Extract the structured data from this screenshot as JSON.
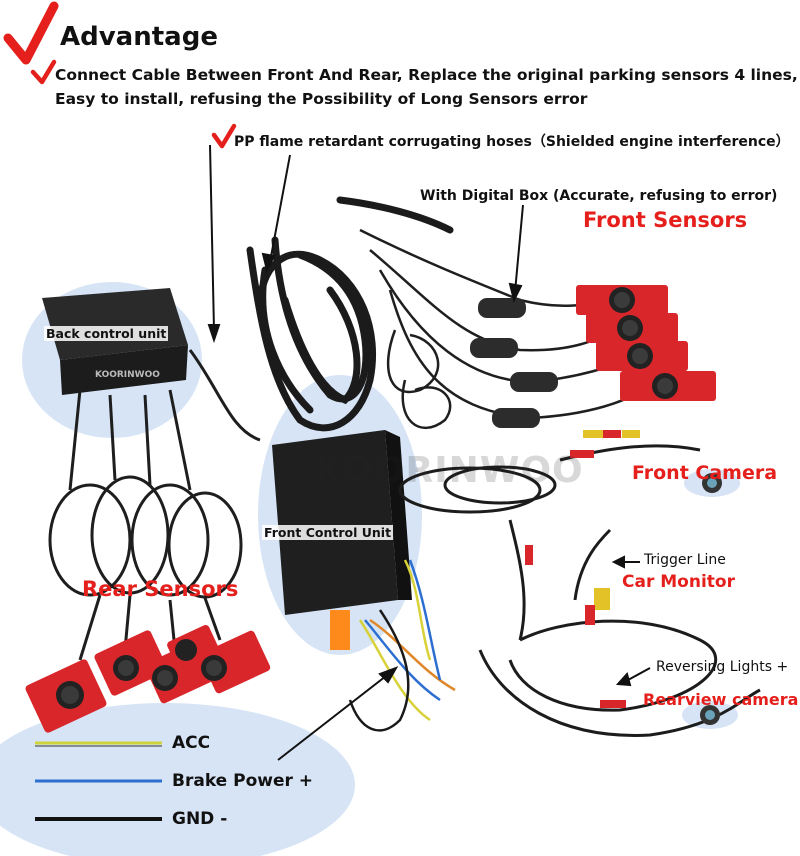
{
  "header": {
    "title": "Advantage",
    "feature_1_line_1": "Connect Cable Between Front And  Rear,   Replace the original parking sensors 4 lines,",
    "feature_1_line_2": "Easy to install, refusing the Possibility of Long Sensors error",
    "feature_2": "PP flame retardant corrugating hoses（Shielded engine interference）"
  },
  "labels": {
    "digital_box": "With Digital Box (Accurate, refusing to error)",
    "front_sensors": "Front Sensors",
    "back_control_unit": "Back control unit",
    "front_control_unit": "Front Control Unit",
    "rear_sensors": "Rear Sensors",
    "front_camera": "Front Camera",
    "trigger_line": "Trigger Line",
    "car_monitor": "Car Monitor",
    "reversing_lights": "Reversing Lights +",
    "rearview_camera": "Rearview camera",
    "watermark": "KOORINWOO",
    "box_brand": "KOORINWOO"
  },
  "legend": [
    {
      "label": "ACC",
      "color": "#cfd43a"
    },
    {
      "label": "Brake Power +",
      "color": "#2d6fd0"
    },
    {
      "label": "GND -",
      "color": "#111111"
    }
  ],
  "colors": {
    "accent_red": "#e5201c",
    "sensor_red": "#d8262a",
    "highlight_blue": "#d6e4f5"
  },
  "icons": [
    "checkmark-icon",
    "camera-icon"
  ]
}
